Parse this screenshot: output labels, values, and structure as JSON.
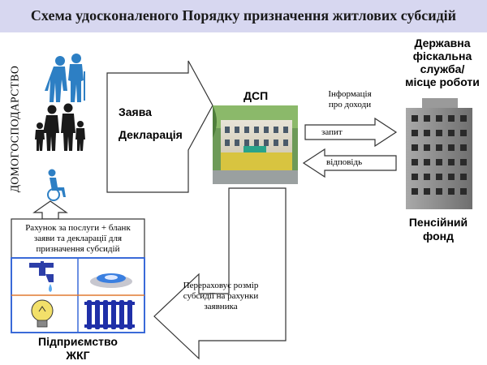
{
  "title": "Схема удосконаленого Порядку призначення житлових субсидій",
  "household_label": "ДОМОГОСПОДАРСТВО",
  "application": {
    "line1": "Заява",
    "line2": "Декларація"
  },
  "dsp_label": "ДСП",
  "income_info": {
    "line1": "Інформація",
    "line2": "про доходи"
  },
  "request_label": "запит",
  "response_label": "відповідь",
  "tax_service": {
    "line1": "Державна",
    "line2": "фіскальна",
    "line3": "служба/",
    "line4": "місце роботи"
  },
  "pension_fund": {
    "line1": "Пенсійний",
    "line2": "фонд"
  },
  "bill_box": {
    "line1": "Рахунок за послуги + бланк",
    "line2": "заяви та декларації для",
    "line3": "призначення субсидій"
  },
  "transfer_text": {
    "line1": "Перераховує розмір",
    "line2": "субсидії на рахунки",
    "line3": "заявника"
  },
  "utility": {
    "line1": "Підприємство",
    "line2": "ЖКГ"
  },
  "colors": {
    "title_bg": "#d7d7f0",
    "people": "#2d7fc4",
    "utility_border": "#3a6ad8",
    "building": "#8c8c8c"
  }
}
